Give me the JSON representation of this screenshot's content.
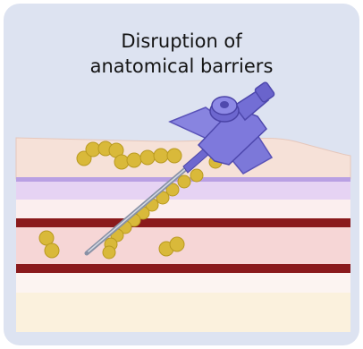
{
  "title": {
    "line1": "Disruption of",
    "line2": "anatomical barriers"
  },
  "colors": {
    "background": "#dde3f1",
    "skin_surface": "#f6e1d8",
    "epidermis_band": "#d7c1eb",
    "dermis": "#f7ecec",
    "blood_vessel": "#8a1a1c",
    "vessel_lumen": "#f6d9d9",
    "subcutis": "#fbf3e3",
    "bacteria": "#d9b93a",
    "catheter_hub": "#7c78d9",
    "needle": "#9aa3b5"
  },
  "illustration": {
    "subject": "peripheral-venous-catheter",
    "bacteria_present": true
  }
}
